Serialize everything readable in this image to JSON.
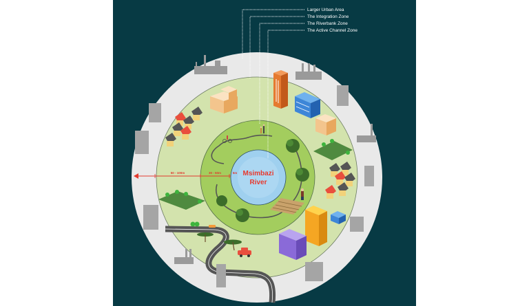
{
  "diagram": {
    "background_color": "#073a44",
    "legend": [
      {
        "label": "Larger Urban Area",
        "zone": "urban"
      },
      {
        "label": "The Integration Zone",
        "zone": "integration"
      },
      {
        "label": "The Riverbank Zone",
        "zone": "riverbank"
      },
      {
        "label": "The Active Channel Zone",
        "zone": "channel"
      }
    ],
    "river": {
      "line1": "Msimbazi",
      "line2": "River"
    },
    "scale": [
      {
        "label": "50 - 100m",
        "zone": "integration"
      },
      {
        "label": "30 - 50m",
        "zone": "riverbank"
      },
      {
        "label": "5m",
        "zone": "channel"
      }
    ],
    "zones": {
      "urban_color": "#e9e9e9",
      "integration_color": "#d3e3ad",
      "riverbank_color": "#a3cd5e",
      "channel_color": "#9fd0ef"
    },
    "accent_color": "#e23a2e"
  }
}
